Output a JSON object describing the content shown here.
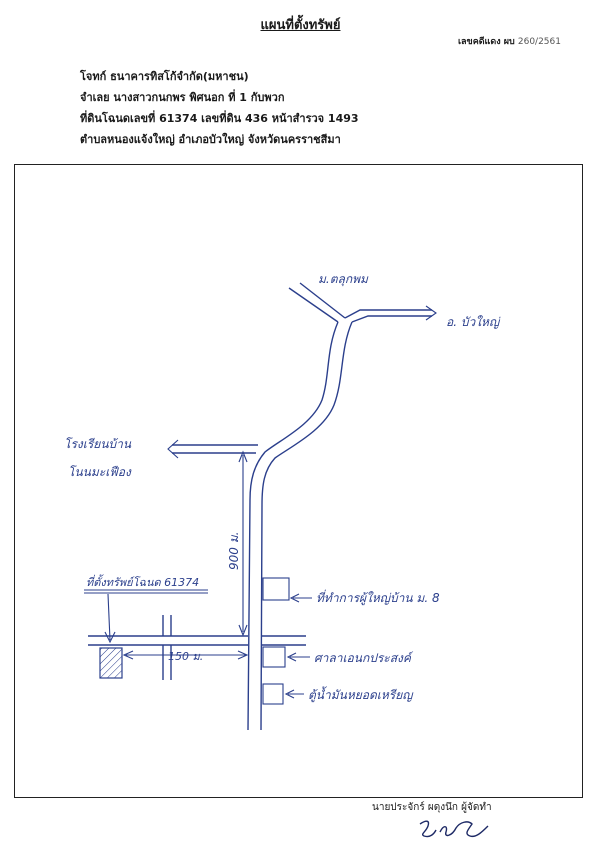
{
  "document": {
    "title": "แผนที่ตั้งทรัพย์",
    "case_label": "เลขคดีแดง ผบ",
    "case_number": "260/2561",
    "plaintiff_line": "โจทก์ ธนาคารทิสโก้จำกัด(มหาชน)",
    "defendant_line": "จำเลย นางสาวกนกพร พิศนอก ที่ 1 กับพวก",
    "deed_line": "ที่ดินโฉนดเลขที่ 61374 เลขที่ดิน 436 หน้าสำรวจ 1493",
    "location_line": "ตำบลหนองแจ้งใหญ่  อำเภอบัวใหญ่  จังหวัดนครราชสีมา"
  },
  "map": {
    "labels": {
      "village_north": "ม.ตลุกพม",
      "district": "อ. บัวใหญ่",
      "school_line1": "โรงเรียนบ้าน",
      "school_line2": "โนนมะเฟือง",
      "distance_vertical": "900 ม.",
      "property_label": "ที่ตั้งทรัพย์โฉนด 61374",
      "distance_horizontal": "150 ม.",
      "village_office": "ที่ทำการผู้ใหญ่บ้าน ม. 8",
      "pavilion": "ศาลาเอนกประสงค์",
      "coin_station": "ตู้น้ำมันหยอดเหรียญ"
    }
  },
  "footer": {
    "map_maker": "นายประจักร์ ผดุงนึก ผู้จัดทำ"
  }
}
